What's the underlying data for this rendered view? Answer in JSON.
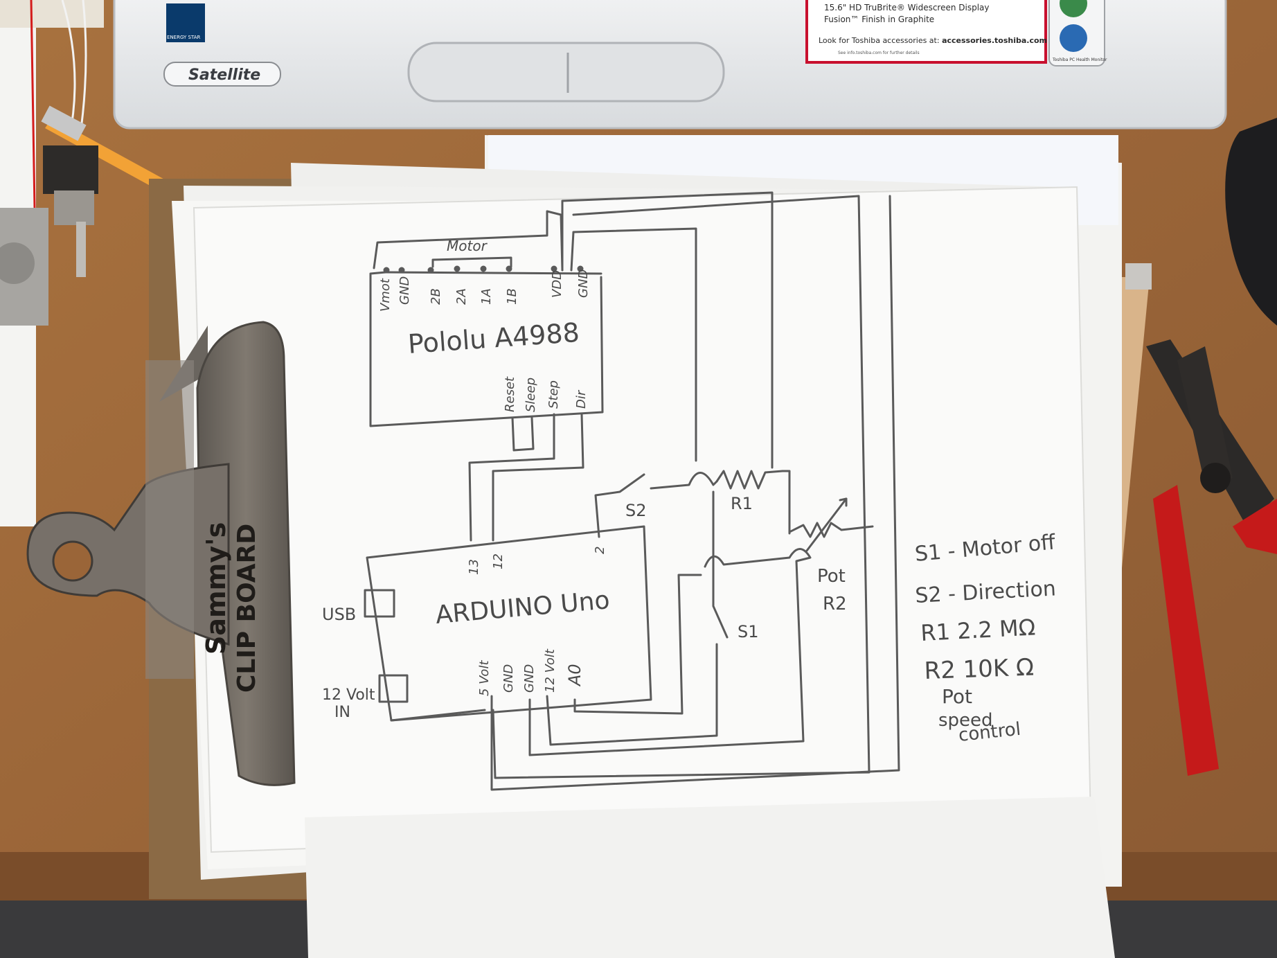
{
  "laptop": {
    "brand_badge": "Satellite",
    "energy_star": "ENERGY STAR",
    "spec_line_1": "15.6\" HD TruBrite® Widescreen Display",
    "spec_line_2": "Fusion™ Finish in Graphite",
    "accessories_prefix": "Look for Toshiba accessories at: ",
    "accessories_url": "accessories.toshiba.com",
    "fine_print": "See info.toshiba.com for further details",
    "health_monitor": "Toshiba PC Health Monitor",
    "colors": {
      "body": "#e6e8ea",
      "accent_red": "#c8102e"
    }
  },
  "clipboard": {
    "text_line_1": "Sammy's",
    "text_line_2": "CLIP BOARD",
    "colors": {
      "board": "#8b6a45",
      "clip": "#6f6a63"
    }
  },
  "schematic": {
    "driver_title": "Pololu A4988",
    "motor_label": "Motor",
    "driver_top_pins": [
      "Vmot",
      "GND",
      "2B",
      "2A",
      "1A",
      "1B",
      "VDD",
      "GND"
    ],
    "driver_bottom_pins": [
      "Reset",
      "Sleep",
      "Step",
      "Dir"
    ],
    "arduino_title": "ARDUINO Uno",
    "arduino_top_pins": [
      "13",
      "12",
      "2"
    ],
    "arduino_bottom_pins": [
      "5 Volt",
      "GND",
      "GND",
      "12 Volt",
      "A0"
    ],
    "usb_label": "USB",
    "power_in_label_1": "12 Volt",
    "power_in_label_2": "IN",
    "s2_label": "S2",
    "r1_label": "R1",
    "s1_label": "S1",
    "pot_label_1": "Pot",
    "pot_label_2": "R2"
  },
  "legend": {
    "line_1": "S1 - Motor off",
    "line_2": "S2 - Direction",
    "line_3": "R1  2.2 MΩ",
    "line_4": "R2  10K Ω",
    "line_5": "Pot",
    "line_6": "speed",
    "line_7": "control"
  }
}
